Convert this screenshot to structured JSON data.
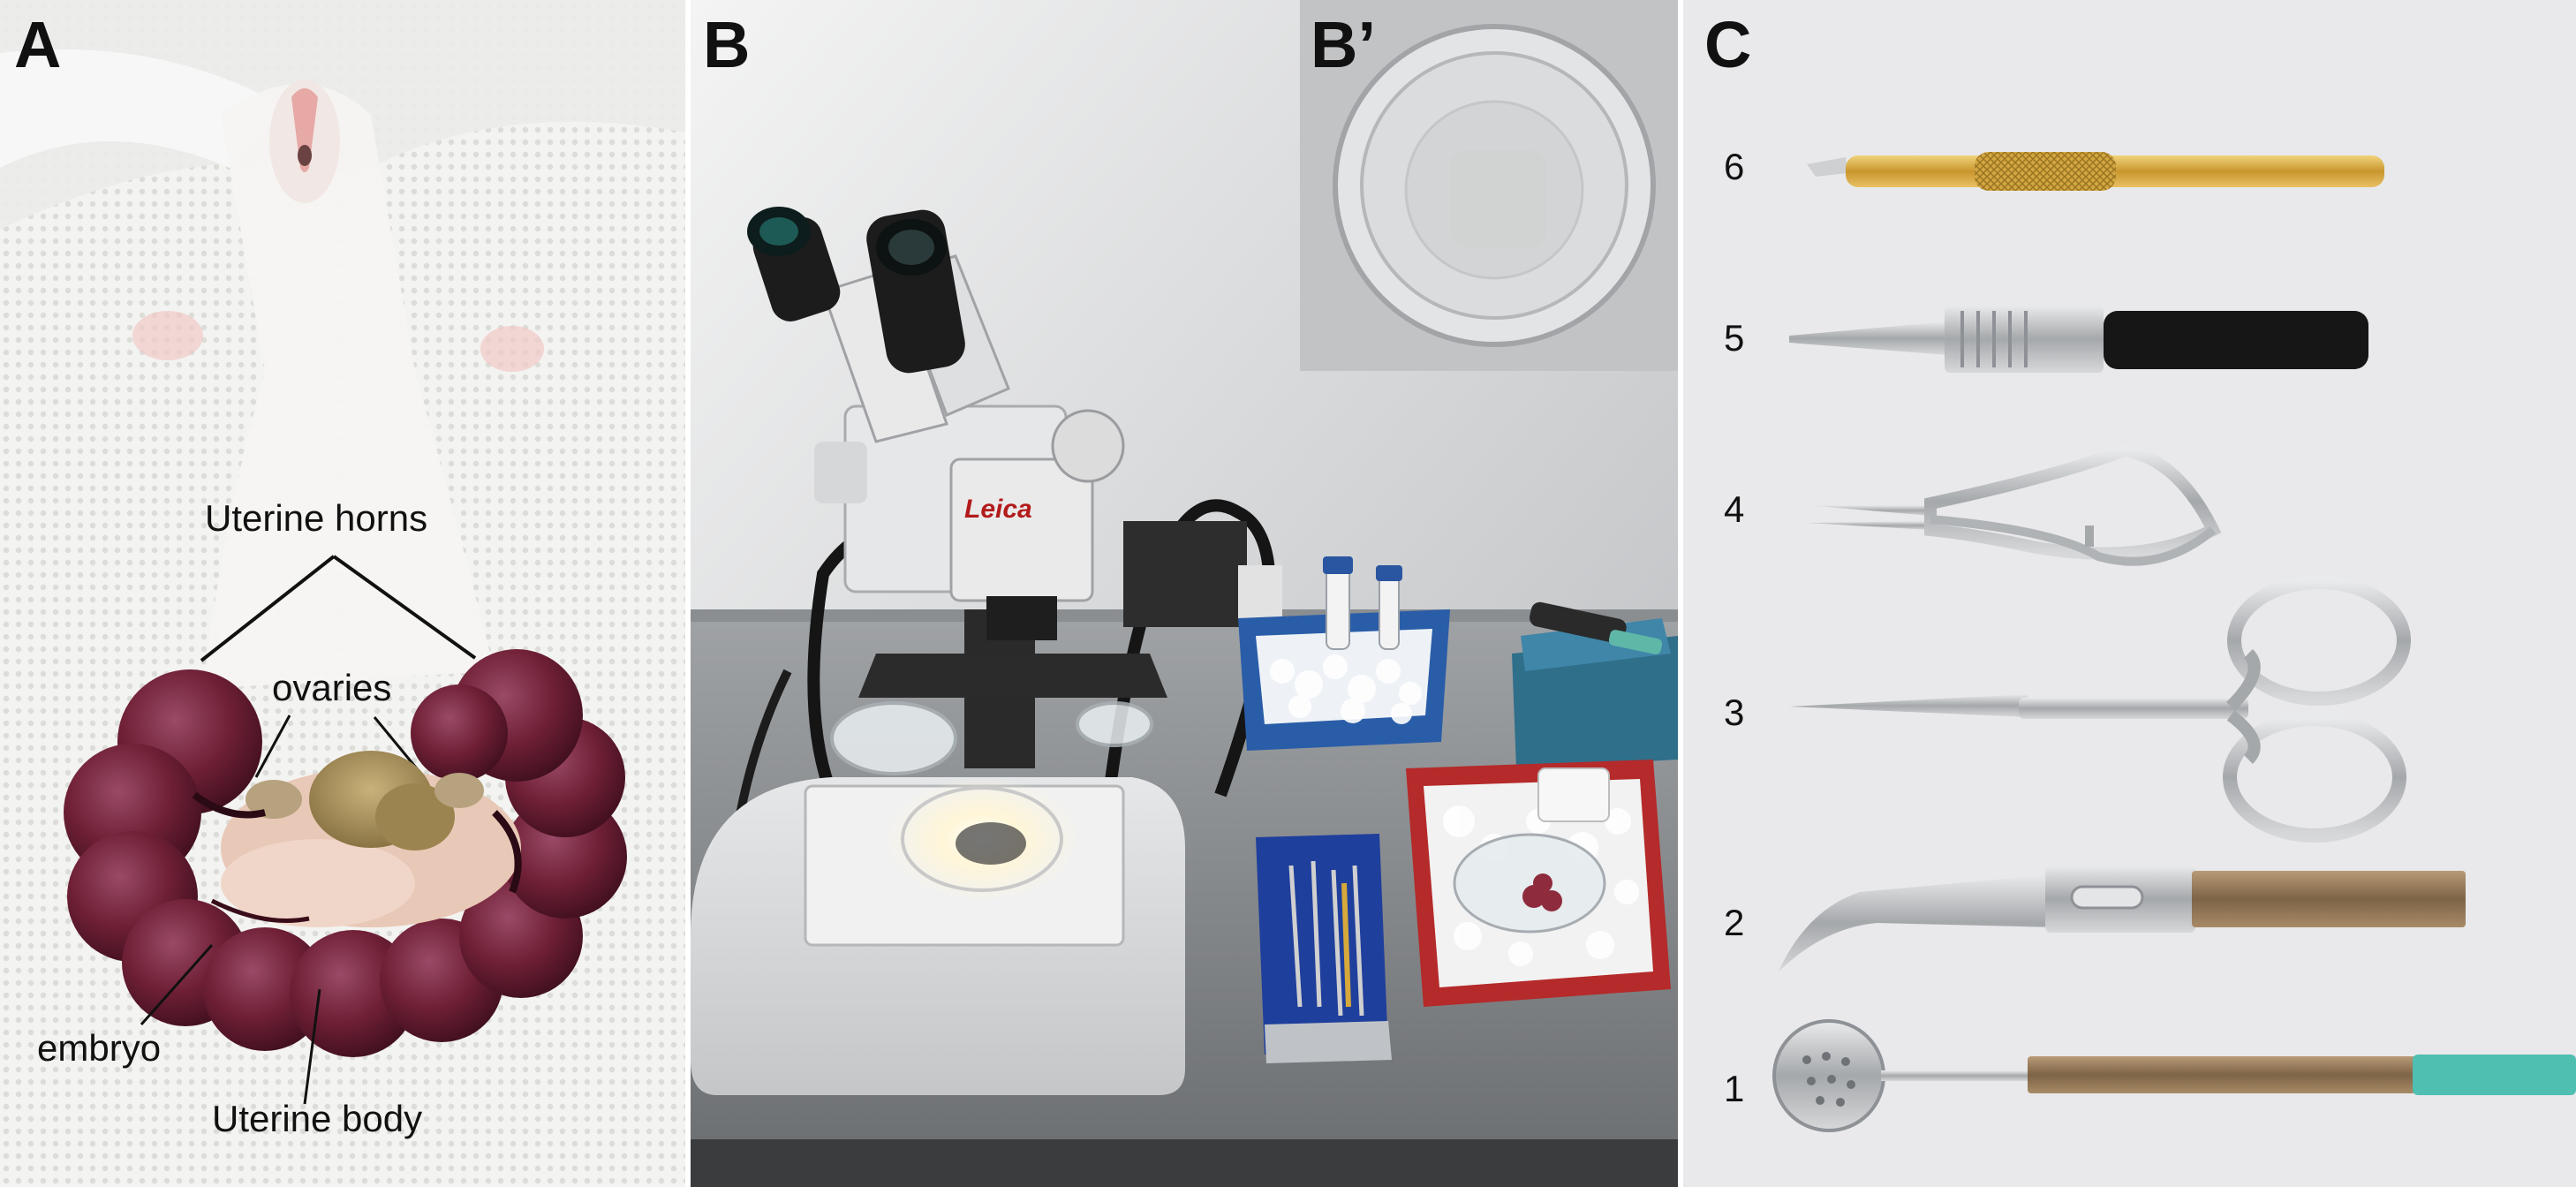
{
  "figure": {
    "panel_a": {
      "letter": "A",
      "labels": {
        "uterine_horns": "Uterine horns",
        "ovaries": "ovaries",
        "embryo": "embryo",
        "uterine_body": "Uterine body"
      }
    },
    "panel_b": {
      "letter": "B",
      "inset_letter": "B’",
      "microscope_brand": "Leica"
    },
    "panel_c": {
      "letter": "C",
      "tool_numbers": [
        "6",
        "5",
        "4",
        "3",
        "2",
        "1"
      ]
    }
  },
  "colors": {
    "uterus": "#6e1f35",
    "divider": "#ffffff",
    "label_text": "#111111",
    "ice_box_blue": "#2a5da8",
    "ice_box_red": "#b52a2a",
    "gold_tool": "#d6a93a"
  },
  "icons": {
    "microscope": "stereo-microscope",
    "petri_dish": "petri-dish",
    "forceps": "forceps-icon",
    "scissors": "scissors-icon",
    "spoon": "perforated-spoon-icon",
    "scalpel": "scalpel-icon"
  }
}
